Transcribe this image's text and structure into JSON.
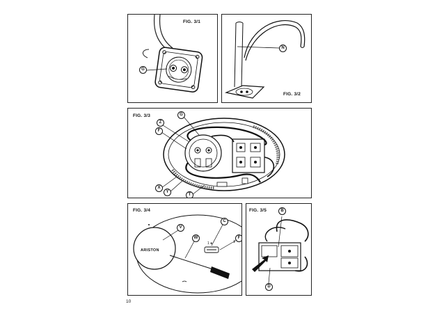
{
  "figures": {
    "fig31": {
      "label": "FIG. 3/1",
      "callouts": [
        "G"
      ]
    },
    "fig32": {
      "label": "FIG. 3/2",
      "callouts": [
        "N"
      ]
    },
    "fig33": {
      "label": "FIG. 3/3",
      "callouts": [
        "G",
        "Z",
        "F",
        "X",
        "Y",
        "T"
      ]
    },
    "fig34": {
      "label": "FIG. 3/4",
      "callouts": [
        "V",
        "W",
        "C",
        "F"
      ],
      "brand": "ARISTON",
      "dial_marks": "1  ●"
    },
    "fig35": {
      "label": "FIG. 3/5",
      "callouts": [
        "B",
        "D"
      ]
    }
  },
  "page": {
    "number": "10"
  }
}
